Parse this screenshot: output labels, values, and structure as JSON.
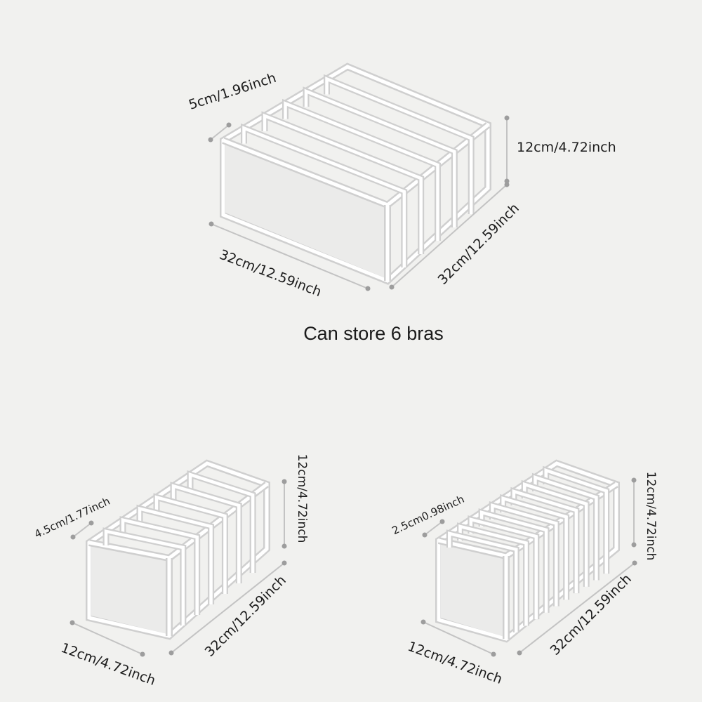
{
  "caption": "Can store 6 bras",
  "organizers": [
    {
      "compartments": 6,
      "spacing": "5cm/1.96inch",
      "height": "12cm/4.72inch",
      "width": "32cm/12.59inch",
      "depth": "32cm/12.59inch"
    },
    {
      "compartments": 7,
      "spacing": "4.5cm/1.77inch",
      "height": "12cm/4.72inch",
      "width": "12cm/4.72inch",
      "depth": "32cm/12.59inch"
    },
    {
      "compartments": 11,
      "spacing": "2.5cm0.98inch",
      "height": "12cm/4.72inch",
      "width": "12cm/4.72inch",
      "depth": "32cm/12.59inch"
    }
  ],
  "colors": {
    "background": "#f1f1ef",
    "frame": "#cfcfcf",
    "highlight": "#ffffff",
    "measure_line": "#c3c3c3",
    "measure_dot": "#9d9d9d",
    "text": "#1c1c1c"
  }
}
